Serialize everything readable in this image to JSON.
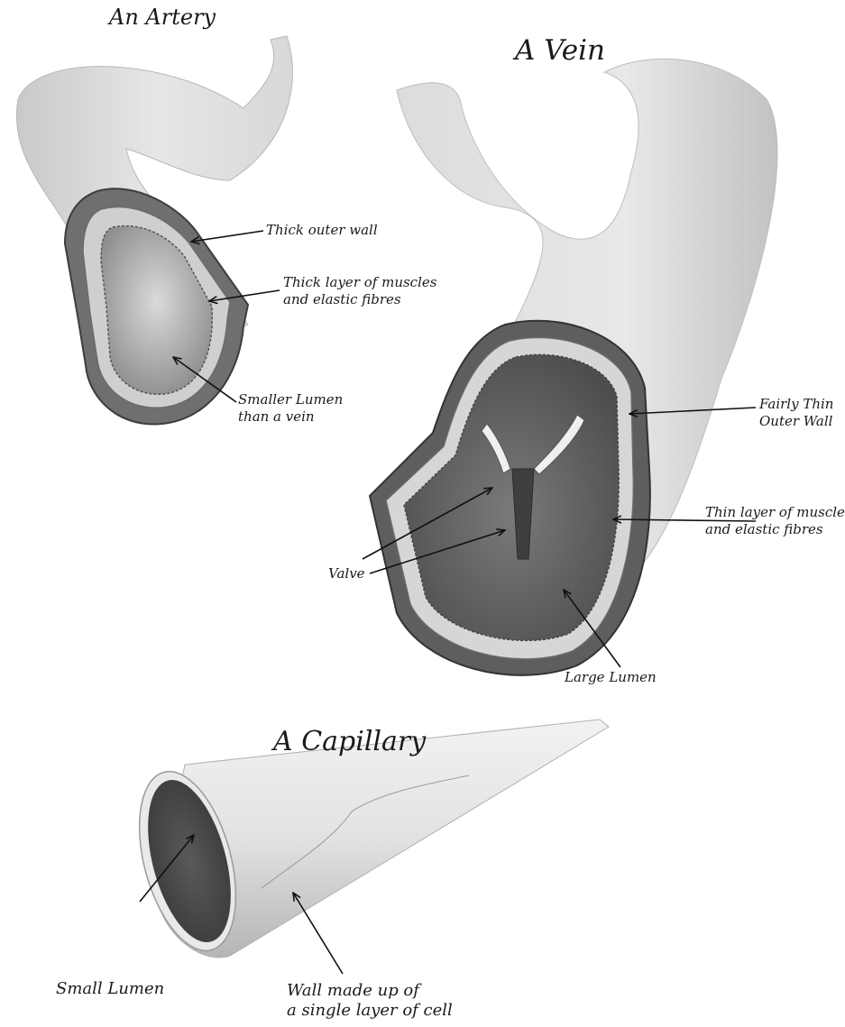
{
  "titles": {
    "artery": "An Artery",
    "vein": "A Vein",
    "capillary": "A Capillary"
  },
  "labels": {
    "artery_outer_wall": "Thick outer wall",
    "artery_muscle_layer": "Thick layer of muscles\nand elastic fibres",
    "artery_lumen": "Smaller Lumen\nthan a vein",
    "vein_outer_wall": "Fairly Thin\nOuter Wall",
    "vein_muscle_layer": "Thin layer of muscle\nand elastic fibres",
    "vein_valve": "Valve",
    "vein_lumen": "Large Lumen",
    "capillary_lumen": "Small Lumen",
    "capillary_wall": "Wall made up of\na single layer of cell"
  }
}
